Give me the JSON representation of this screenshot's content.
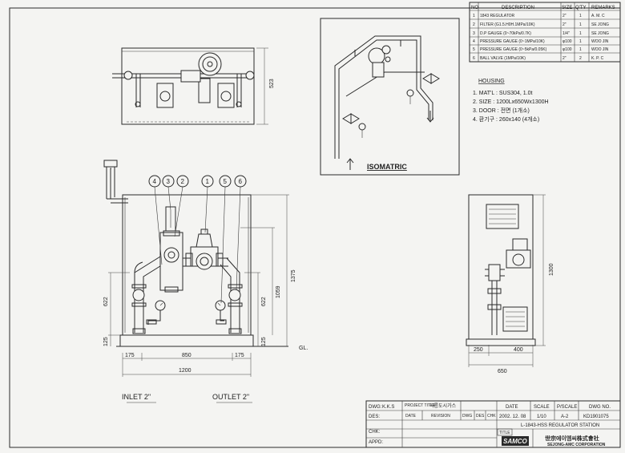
{
  "bom": {
    "headers": [
      "NO",
      "DESCRIPTION",
      "SIZE",
      "Q'TY",
      "REMARKS"
    ],
    "rows": [
      [
        "1",
        "1843 REGULATOR",
        "2\"",
        "1",
        "A. M. C"
      ],
      [
        "2",
        "FILTER (G1.5.H0H.1MPa/10K)",
        "2\"",
        "1",
        "SE JONG"
      ],
      [
        "3",
        "D.P GAUGE (0~70kPa/0.7K)",
        "1/4\"",
        "1",
        "SE JONG"
      ],
      [
        "4",
        "PRESSURE GAUGE (0~1MPa/10K)",
        "φ100",
        "1",
        "WOO JIN"
      ],
      [
        "5",
        "PRESSURE GAUGE (0~5kPa/0.05K)",
        "φ100",
        "1",
        "WOO JIN"
      ],
      [
        "6",
        "BALL VALVE (1MPa/10K)",
        "2\"",
        "2",
        "K. P. C"
      ]
    ]
  },
  "housing": {
    "title": "HOUSING",
    "lines": [
      "1. MAT'L : SUS304, 1.0t",
      "2. SIZE : 1200Lx650Wx1300H",
      "3. DOOR : 전면 (1개소)",
      "4. 환기구 : 260x140 (4개소)"
    ]
  },
  "isometric_label": "ISOMATRIC",
  "top_view": {
    "dim": "523"
  },
  "front_view": {
    "balloons": [
      "4",
      "3",
      "2",
      "1",
      "5",
      "6"
    ],
    "dims": {
      "d175a": "175",
      "d850": "850",
      "d175b": "175",
      "d1200": "1200",
      "d622l": "622",
      "d125l": "125",
      "d622r": "622",
      "d1059": "1059",
      "d1375": "1375",
      "d125r": "125",
      "gl": "GL."
    },
    "inlet": "INLET 2\"",
    "outlet": "OUTLET 2\""
  },
  "side_view": {
    "dims": {
      "d250": "250",
      "d400": "400",
      "d650": "650",
      "d1300": "1300"
    }
  },
  "title_block": {
    "dwg_by_label": "DWG:",
    "dwg_by": "K.K.S",
    "des_label": "DES:",
    "chk_label": "CHK:",
    "appd_label": "APPD:",
    "project_title_label": "PROJECT TITLE",
    "project_title": "곡릉도시가스",
    "col_date": "DATE",
    "col_revision": "REVISION",
    "col_dwg": "DWG",
    "col_des": "DES",
    "col_chk": "CHK",
    "date_label": "DATE",
    "date": "2002. 12. 08",
    "scale_label": "SCALE",
    "scale": "1/10",
    "psize_label": "P/SCALE",
    "psize": "A-2",
    "dwgno_label": "DWG NO.",
    "dwgno": "KD1901075",
    "drawing_title": "L-1843-HSS REGULATOR STATION",
    "title_label": "TITLE",
    "company_kr": "世宗에이엠씨株式會社",
    "company_en": "SEJONG-AMC CORPORATION",
    "logo_text": "SAMCO"
  }
}
